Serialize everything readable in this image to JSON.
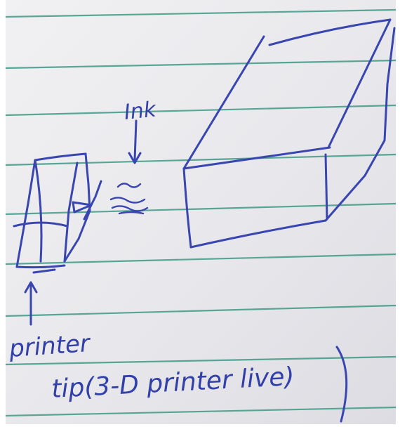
{
  "image": {
    "kind": "handwritten sketch on lined notebook paper",
    "ink_color": "#3a46b0",
    "paper_color": "#ececef",
    "rule_color": "#3f9a86"
  },
  "labels": {
    "ink": "Ink",
    "printer": "printer",
    "caption": "tip(3-D printer live)"
  }
}
